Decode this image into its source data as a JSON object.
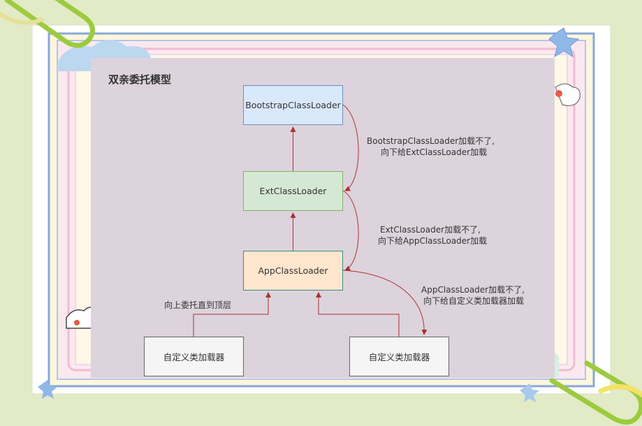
{
  "title": "双亲委托模型",
  "nodes": {
    "bootstrap": "BootstrapClassLoader",
    "ext": "ExtClassLoader",
    "app": "AppClassLoader",
    "custom1": "自定义类加载器",
    "custom2": "自定义类加载器"
  },
  "labels": {
    "bootstrap_fail_line1": "BootstrapClassLoader加载不了,",
    "bootstrap_fail_line2": "向下给ExtClassLoader加载",
    "ext_fail_line1": "ExtClassLoader加载不了,",
    "ext_fail_line2": "向下给AppClassLoader加载",
    "app_fail_line1": "AppClassLoader加载不了,",
    "app_fail_line2": "向下给自定义类加载器加载",
    "delegate_up": "向上委托直到顶层"
  },
  "colors": {
    "arrow": "#a83232",
    "bootstrap_fill": "#dae8fc",
    "ext_fill": "#d5e8d4",
    "app_fill": "#ffe6cc",
    "custom_fill": "#f5f5f5",
    "canvas": "#ddd3dc"
  }
}
